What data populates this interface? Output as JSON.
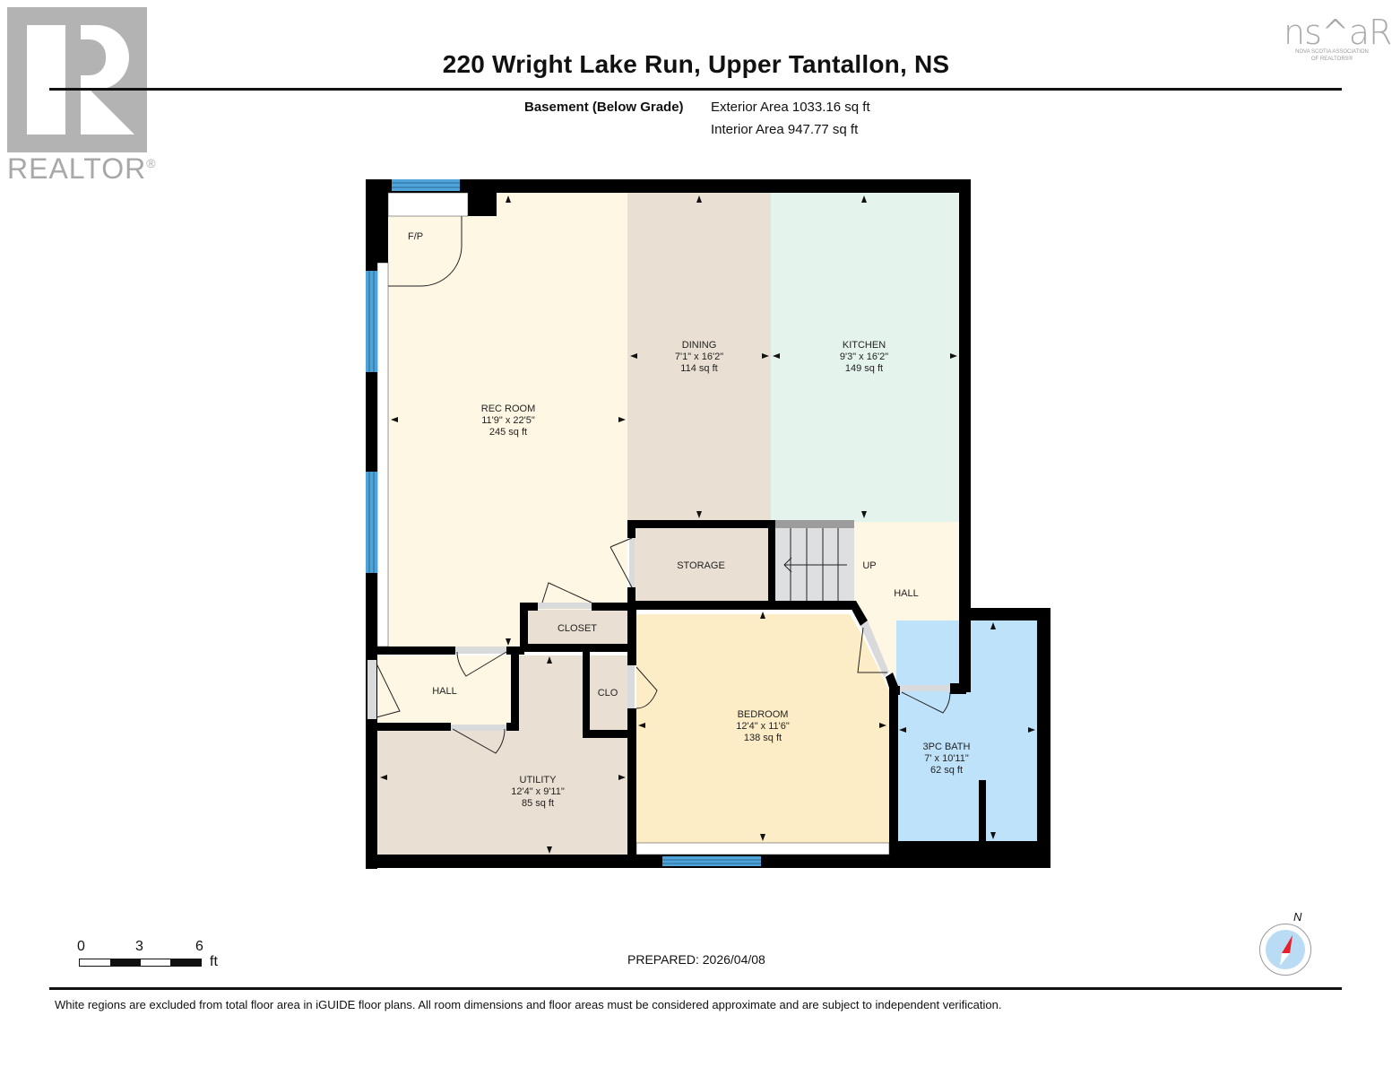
{
  "branding": {
    "realtor_logo": {
      "icon": "realtor-r-logo-icon",
      "wordmark": "REALTOR",
      "registered": "®",
      "color": "#b3b3b3"
    },
    "nsar_logo": {
      "icon": "nsar-house-logo-icon",
      "wordmark": "ns^aR",
      "subtitle_line1": "NOVA SCOTIA ASSOCIATION",
      "subtitle_line2": "OF REALTORS®"
    }
  },
  "header": {
    "title": "220 Wright Lake Run, Upper Tantallon, NS",
    "level": "Basement (Below Grade)",
    "exterior_area": "Exterior Area 1033.16 sq ft",
    "interior_area": "Interior Area 947.77 sq ft"
  },
  "colors": {
    "wall": "#000000",
    "window": "#4ea3d8",
    "door_opening": "#d9dadc",
    "rec_room": "#fef7e4",
    "dining": "#e9dfd2",
    "kitchen": "#e5f3ed",
    "storage": "#e9dfd2",
    "stairs": "#dedfe1",
    "hall": "#fef7e4",
    "closet": "#e9dfd2",
    "bedroom": "#fdedc7",
    "utility": "#e9dfd2",
    "bath": "#bfe2fb",
    "excluded": "#ffffff"
  },
  "rooms": {
    "rec_room": {
      "name": "REC ROOM",
      "dims": "11'9\" x 22'5\"",
      "area": "245 sq ft"
    },
    "dining": {
      "name": "DINING",
      "dims": "7'1\" x 16'2\"",
      "area": "114 sq ft"
    },
    "kitchen": {
      "name": "KITCHEN",
      "dims": "9'3\" x 16'2\"",
      "area": "149 sq ft"
    },
    "storage": {
      "name": "STORAGE"
    },
    "stairs": {
      "name": "UP"
    },
    "hall_right": {
      "name": "HALL"
    },
    "closet": {
      "name": "CLOSET"
    },
    "hall_left": {
      "name": "HALL"
    },
    "clo": {
      "name": "CLO"
    },
    "bedroom": {
      "name": "BEDROOM",
      "dims": "12'4\" x 11'6\"",
      "area": "138 sq ft"
    },
    "utility": {
      "name": "UTILITY",
      "dims": "12'4\" x 9'11\"",
      "area": "85 sq ft"
    },
    "bath": {
      "name": "3PC BATH",
      "dims": "7' x 10'11\"",
      "area": "62 sq ft"
    },
    "fireplace": {
      "name": "F/P"
    }
  },
  "footer": {
    "scale": {
      "labels": [
        "0",
        "3",
        "6"
      ],
      "unit": "ft"
    },
    "prepared": "PREPARED: 2026/04/08",
    "compass": {
      "label": "N",
      "icon": "compass-north-icon"
    },
    "disclaimer": "White regions are excluded from total floor area in iGUIDE floor plans. All room dimensions and floor areas must be considered approximate and are subject to independent verification."
  }
}
